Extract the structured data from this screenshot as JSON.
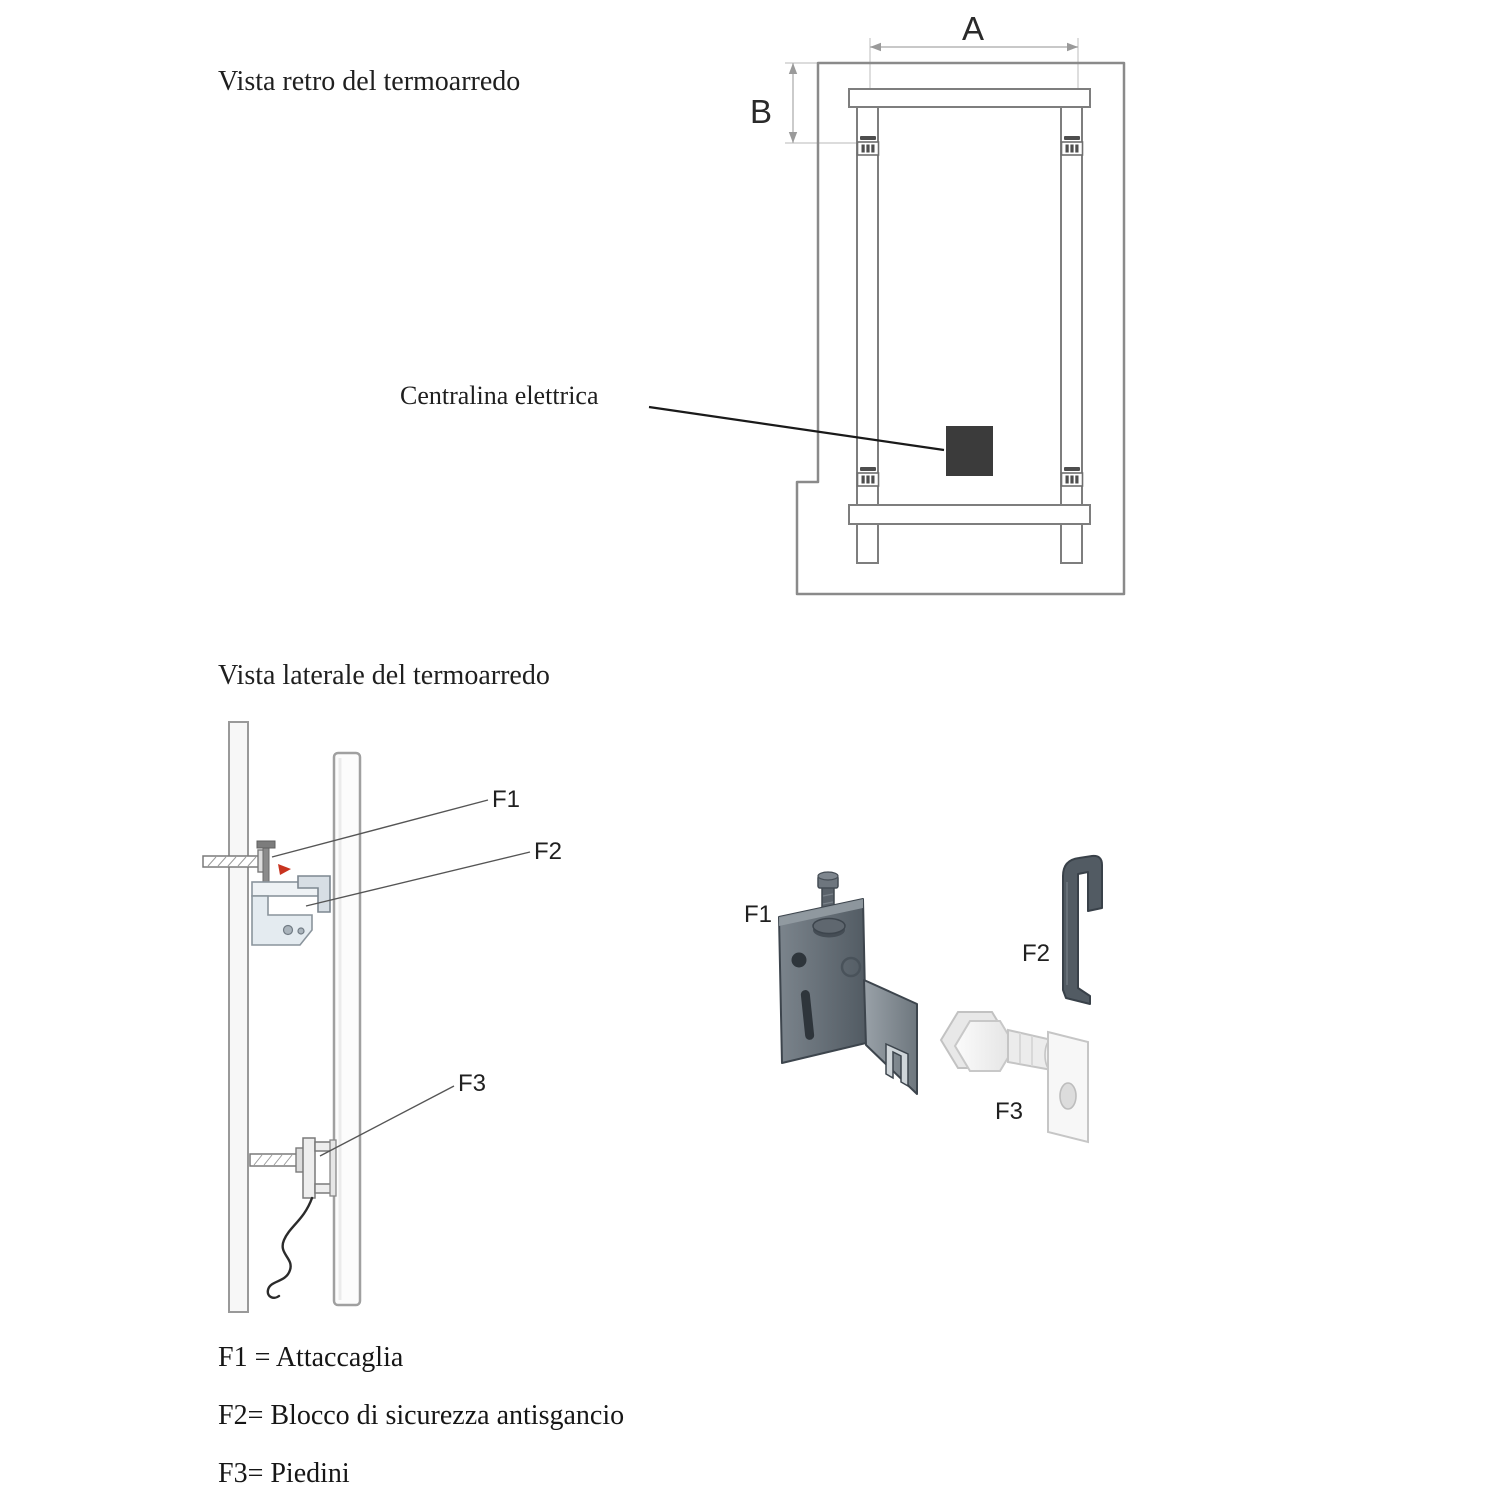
{
  "rear": {
    "title": "Vista retro del termoarredo",
    "dim_a_label": "A",
    "dim_b_label": "B",
    "centralina_label": "Centralina elettrica"
  },
  "side": {
    "title": "Vista laterale del termoarredo",
    "f1_label": "F1",
    "f2_label": "F2",
    "f3_label": "F3"
  },
  "parts": {
    "f1_label": "F1",
    "f2_label": "F2",
    "f3_label": "F3"
  },
  "legend": {
    "f1": "F1 = Attaccaglia",
    "f2": "F2= Blocco di sicurezza antisgancio",
    "f3": "F3= Piedini"
  },
  "colors": {
    "diagram_line": "#7e7e7e",
    "control_box": "#3b3b3b",
    "arrow_red": "#c8331f",
    "part_metal": "#5a636b",
    "part_plastic": "#f4f4f4"
  }
}
